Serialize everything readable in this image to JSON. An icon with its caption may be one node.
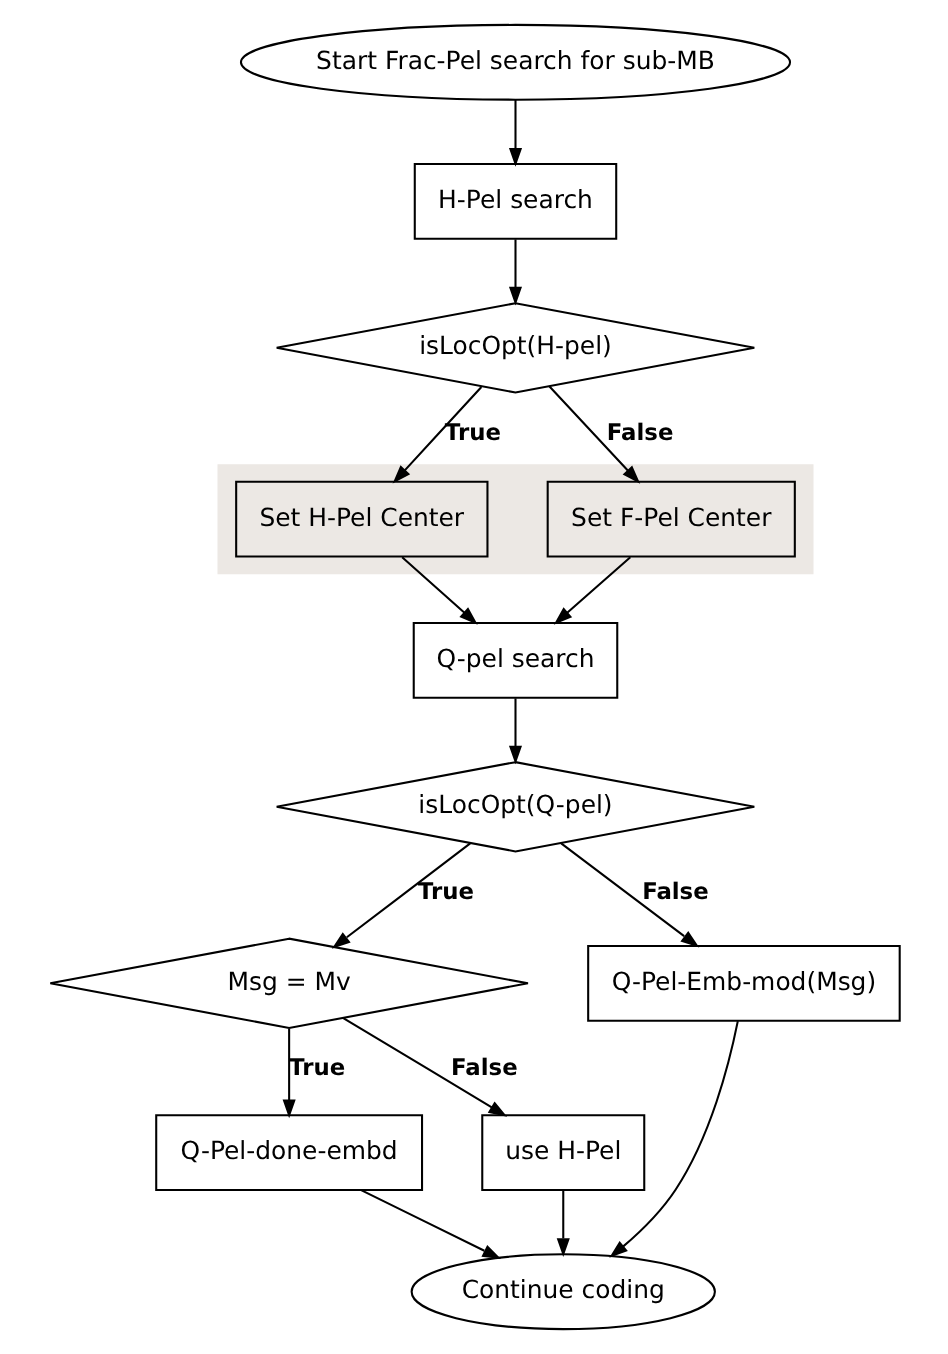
{
  "diagram": {
    "nodes": [
      {
        "text": [
          "Start Frac-Pel search for sub-MB"
        ]
      },
      {
        "text": [
          "H-Pel search"
        ]
      },
      {
        "text": [
          "isLocOpt(H-pel)"
        ]
      },
      {
        "text": [],
        "shape": "band"
      },
      {
        "text": [
          "Set H-Pel Center"
        ],
        "in": 3
      },
      {
        "text": [
          "Set F-Pel Center"
        ],
        "in": 3
      },
      {
        "text": [
          "Q-pel search"
        ]
      },
      {
        "text": [
          "isLocOpt(Q-pel)"
        ]
      },
      {
        "text": [
          "Msg = Mv"
        ]
      },
      {
        "text": [
          "Q-Pel-Emb-mod(Msg)"
        ]
      },
      {
        "text": [
          "Q-Pel-done-embd"
        ]
      },
      {
        "text": [
          "use H-Pel"
        ]
      },
      {
        "text": [
          "Continue coding"
        ]
      }
    ],
    "edges": [
      {
        "from": 0,
        "to": 1,
        "arrow": "to"
      },
      {
        "from": 1,
        "to": 2,
        "arrow": "to"
      },
      {
        "from": 2,
        "to": 4,
        "arrow": "to",
        "label": "True"
      },
      {
        "from": 2,
        "to": 5,
        "arrow": "to",
        "label": "False"
      },
      {
        "from": 4,
        "to": 6,
        "arrow": "to"
      },
      {
        "from": 5,
        "to": 6,
        "arrow": "to"
      },
      {
        "from": 6,
        "to": 7,
        "arrow": "to"
      },
      {
        "from": 7,
        "to": 8,
        "arrow": "to",
        "label": "True"
      },
      {
        "from": 7,
        "to": 9,
        "arrow": "to",
        "label": "False"
      },
      {
        "from": 8,
        "to": 10,
        "arrow": "to",
        "label": "True"
      },
      {
        "from": 8,
        "to": 11,
        "arrow": "to",
        "label": "False"
      },
      {
        "from": 10,
        "to": 12,
        "arrow": "to"
      },
      {
        "from": 11,
        "to": 12,
        "arrow": "to"
      },
      {
        "from": 9,
        "to": 12,
        "arrow": "to"
      }
    ]
  }
}
